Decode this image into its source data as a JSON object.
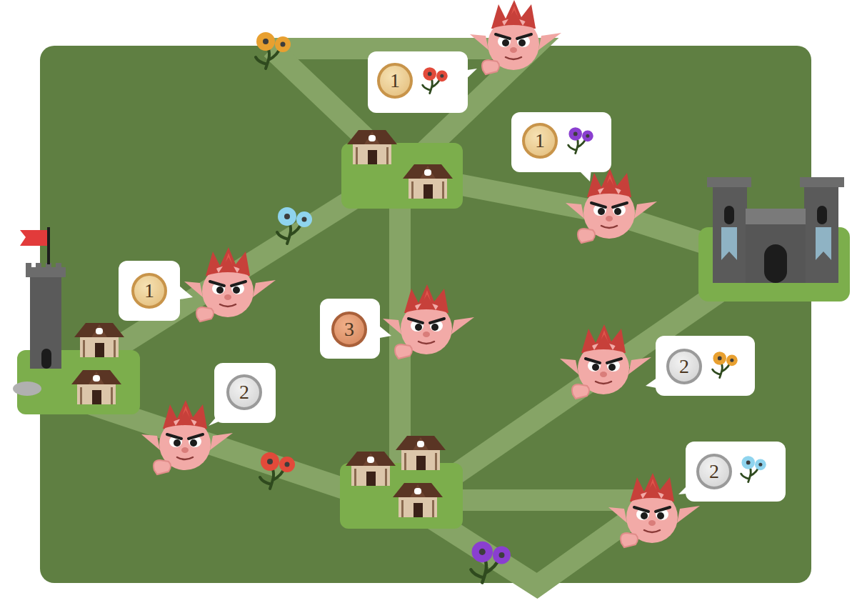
{
  "diagram": {
    "nodes": [
      {
        "text": [
          "1"
        ]
      },
      {
        "text": [
          "1"
        ]
      },
      {
        "text": [
          "1"
        ]
      },
      {
        "text": [
          "3"
        ]
      },
      {
        "text": [
          "2"
        ]
      },
      {
        "text": [
          "2"
        ]
      },
      {
        "text": [
          "2"
        ]
      }
    ]
  }
}
